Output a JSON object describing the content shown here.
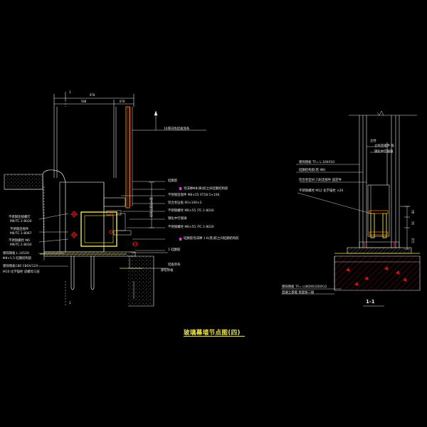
{
  "drawing": {
    "title": "玻璃幕墙节点图(四)",
    "section_label": "1-1",
    "section_mark": "1",
    "left_detail": {
      "dim_top_total": "970",
      "dim_top_sub_a": "500",
      "dim_top_sub_b": "670",
      "vertical_callout": "10厚白色铝板饰条",
      "vertical_dim": "现场立面设计图",
      "labels_right": [
        "硅酮胶",
        "泡沫棒Φ8(黄)胶之间硅酮结构胶",
        "不锈钢连接件 M6×55 ST18.5×100",
        "铝合金压板 60×100×3",
        "不锈钢螺栓 M6×55 /TC.1-8030",
        "钢化中空玻璃",
        "不锈钢螺栓 M6×55 /TC.1-8030",
        "硅酮胶泡沫棒 1.6(黑)胶之间硅酮结构胶",
        "1 硅酮胶"
      ],
      "labels_left": [
        "不锈钢连接螺钉",
        "M6/TC.1-8030",
        "不锈钢连接件",
        "M6/TC.1-8087",
        "不锈钢螺栓 M6",
        "M6/TC.1-8030",
        "镀锌钢板 L.1010X",
        "Φ8×1.5 硅酮结构胶",
        "镀锌钢板C80 C80X/12X",
        "M10 化学锚栓 双螺母三层"
      ],
      "bottom_callout_a": "铝板饰条",
      "bottom_callout_b": "厚铝单板"
    },
    "right_detail": {
      "callout_top_a": "立柱",
      "callout_top_b": "立柱连接件 角",
      "callout_top_c": "钢化中空玻璃",
      "labels": [
        "镀锌钢板 TF= L.100X10",
        "硅酮结构胶(黑 Φ8)",
        "铝合金型材 凸形连接件 固定件",
        "不锈钢螺栓 M12 化学锚栓 ×20"
      ],
      "dims_right": [
        "80",
        "50",
        "110"
      ],
      "bottom_labels": [
        "镀锌钢板 TF= L(80X6)100X12",
        "混凝土基础 宽度按二级"
      ]
    }
  },
  "colors": {
    "background": "#000000",
    "line_white": "#e8e8e8",
    "line_yellow": "#f2e84b",
    "line_orange": "#ff8a00",
    "line_red": "#ff2020",
    "line_magenta": "#e040e0",
    "hatch_red": "#c81818"
  }
}
